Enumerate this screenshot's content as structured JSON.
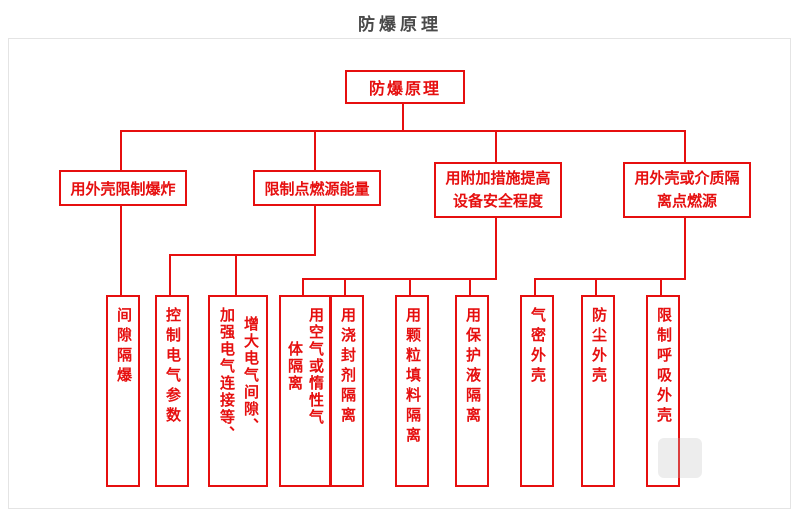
{
  "page": {
    "title": "防爆原理"
  },
  "colors": {
    "accent_red": "#e60f0f",
    "title_gray": "#4a4a4a",
    "frame_gray": "#e4e4e4",
    "background": "#ffffff"
  },
  "tree": {
    "root": {
      "label": "防爆原理"
    },
    "level2": [
      {
        "label": "用外壳限制爆炸"
      },
      {
        "label": "限制点燃源能量"
      },
      {
        "label": "用附加措施提高\n设备安全程度"
      },
      {
        "label": "用外壳或介质隔\n离点燃源"
      }
    ],
    "leaves": [
      {
        "label": "间隙隔爆",
        "parent": "用外壳限制爆炸"
      },
      {
        "label": "控制电气参数",
        "parent": "限制点燃源能量"
      },
      {
        "label": "增大电气间隙、\n加强电气连接等、",
        "parent": "限制点燃源能量"
      },
      {
        "label": "用空气或惰性气\n体隔离",
        "parent": "用附加措施提高设备安全程度"
      },
      {
        "label": "用浇封剂隔离",
        "parent": "用附加措施提高设备安全程度"
      },
      {
        "label": "用颗粒填料隔离",
        "parent": "用附加措施提高设备安全程度"
      },
      {
        "label": "用保护液隔离",
        "parent": "用附加措施提高设备安全程度"
      },
      {
        "label": "气密外壳",
        "parent": "用外壳或介质隔离点燃源"
      },
      {
        "label": "防尘外壳",
        "parent": "用外壳或介质隔离点燃源"
      },
      {
        "label": "限制呼吸外壳",
        "parent": "用外壳或介质隔离点燃源"
      }
    ]
  }
}
